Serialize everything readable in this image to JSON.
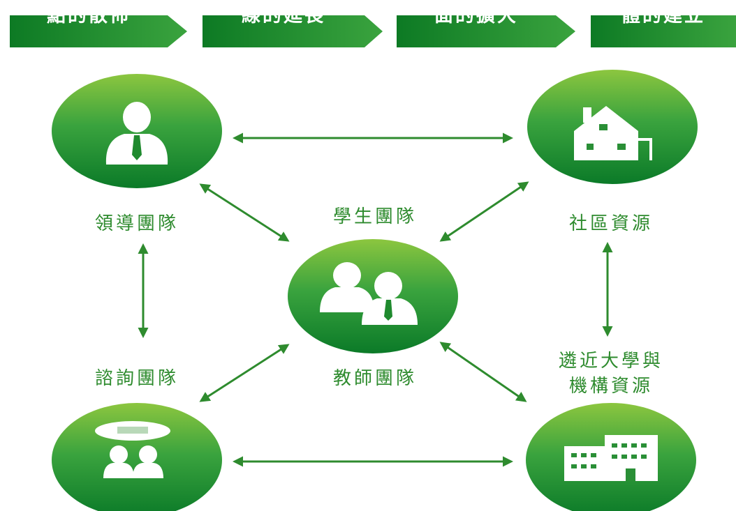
{
  "colors": {
    "banner_dark": "#0d7a24",
    "banner_light": "#3aa33e",
    "circle_light": "#8cc63f",
    "circle_dark": "#0b7a28",
    "label_green": "#2e8b2e",
    "arrow_green": "#2e8b2e"
  },
  "steps": [
    {
      "label": "點的散佈"
    },
    {
      "label": "線的延長"
    },
    {
      "label": "面的擴大"
    },
    {
      "label": "體的建立"
    }
  ],
  "nodes": {
    "leadership": {
      "label": "領導團隊",
      "icon": "leader-icon"
    },
    "community": {
      "label": "社區資源",
      "icon": "house-icon"
    },
    "students": {
      "label": "學生團隊"
    },
    "teachers": {
      "label": "教師團隊",
      "icon": "teachers-icon"
    },
    "consulting": {
      "label": "諮詢團隊",
      "icon": "consulting-icon"
    },
    "university": {
      "line1": "遴近大學與",
      "line2": "機構資源",
      "icon": "building-icon"
    }
  }
}
